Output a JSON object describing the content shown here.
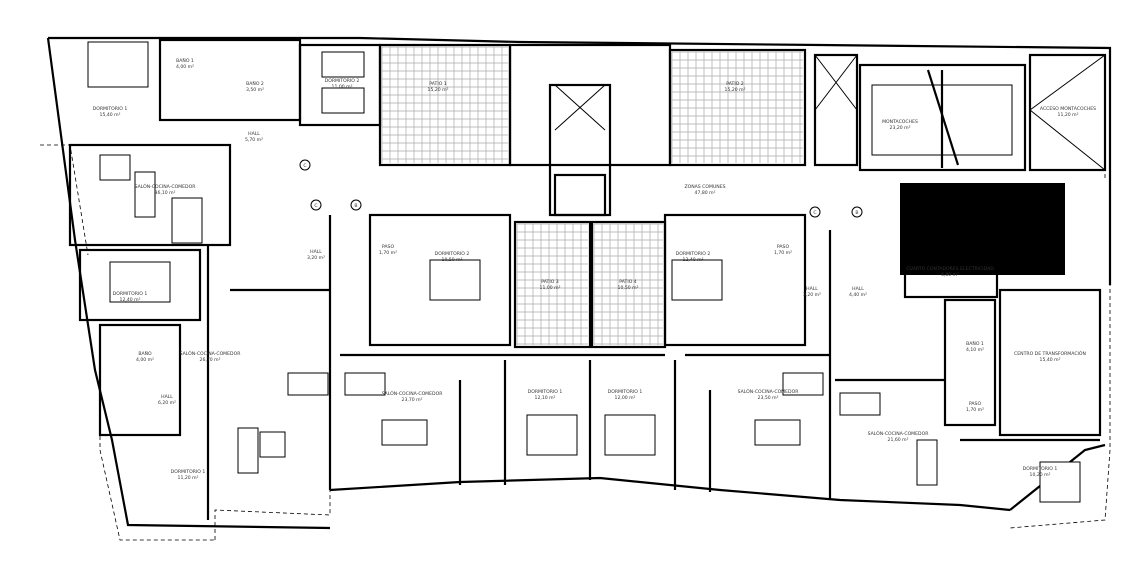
{
  "plan": {
    "rooms": [
      {
        "id": "dorm-a1",
        "name": "DORMITORIO 1",
        "area": "15,40 m²"
      },
      {
        "id": "bano-a1",
        "name": "BAÑO 1",
        "area": "4,00 m²"
      },
      {
        "id": "bano-a2",
        "name": "BAÑO 2",
        "area": "3,50 m²"
      },
      {
        "id": "dorm-a2",
        "name": "DORMITORIO 2",
        "area": "11,00 m²"
      },
      {
        "id": "hall-a",
        "name": "HALL",
        "area": "5,70 m²"
      },
      {
        "id": "salon-a",
        "name": "SALÓN-COCINA-COMEDOR",
        "area": "36,10 m²"
      },
      {
        "id": "patio-1",
        "name": "PATIO 1",
        "area": "15,20 m²"
      },
      {
        "id": "patio-2",
        "name": "PATIO 2",
        "area": "15,20 m²"
      },
      {
        "id": "zonas-comunes",
        "name": "ZONAS COMUNES",
        "area": "47,80 m²"
      },
      {
        "id": "montacoches",
        "name": "MONTACOCHES",
        "area": "23,20 m²"
      },
      {
        "id": "acceso-montacoches",
        "name": "ACCESO MONTACOCHES",
        "area": "11,20 m²"
      },
      {
        "id": "cuarto-contadores",
        "name": "CUARTO CONTADORES ELECTRICIDAD",
        "area": "4,80 m²"
      },
      {
        "id": "centro-transformacion",
        "name": "CENTRO DE TRANSFORMACIÓN",
        "area": "15,40 m²"
      },
      {
        "id": "dorm-b1",
        "name": "DORMITORIO 1",
        "area": "12,40 m²"
      },
      {
        "id": "bano-b",
        "name": "BAÑO",
        "area": "4,00 m²"
      },
      {
        "id": "hall-b",
        "name": "HALL",
        "area": "6,20 m²"
      },
      {
        "id": "salon-b",
        "name": "SALÓN-COCINA-COMEDOR",
        "area": "26,70 m²"
      },
      {
        "id": "dorm-b2",
        "name": "DORMITORIO 1",
        "area": "11,20 m²"
      },
      {
        "id": "hall-c",
        "name": "HALL",
        "area": "3,20 m²"
      },
      {
        "id": "hall-c2",
        "name": "PASO",
        "area": "1,70 m²"
      },
      {
        "id": "dorm-c",
        "name": "DORMITORIO 2",
        "area": "10,50 m²"
      },
      {
        "id": "patio-3",
        "name": "PATIO 3",
        "area": "11,00 m²"
      },
      {
        "id": "patio-4",
        "name": "PATIO 4",
        "area": "10,50 m²"
      },
      {
        "id": "salon-c",
        "name": "SALÓN-COCINA-COMEDOR",
        "area": "23,70 m²"
      },
      {
        "id": "dorm-c1",
        "name": "DORMITORIO 1",
        "area": "12,10 m²"
      },
      {
        "id": "dorm-d1",
        "name": "DORMITORIO 1",
        "area": "12,00 m²"
      },
      {
        "id": "salon-d",
        "name": "SALÓN-COCINA-COMEDOR",
        "area": "23,50 m²"
      },
      {
        "id": "dorm-d2",
        "name": "DORMITORIO 2",
        "area": "12,40 m²"
      },
      {
        "id": "paso-d",
        "name": "PASO",
        "area": "1,70 m²"
      },
      {
        "id": "hall-d",
        "name": "HALL",
        "area": "3,20 m²"
      },
      {
        "id": "hall-e",
        "name": "HALL",
        "area": "4,40 m²"
      },
      {
        "id": "bano-e",
        "name": "BAÑO 1",
        "area": "4,10 m²"
      },
      {
        "id": "salon-e",
        "name": "SALÓN-COCINA-COMEDOR",
        "area": "21,60 m²"
      },
      {
        "id": "paso-e",
        "name": "PASO",
        "area": "1,70 m²"
      },
      {
        "id": "dorm-e1",
        "name": "DORMITORIO 1",
        "area": "10,20 m²"
      }
    ],
    "door_markers": [
      "C",
      "C",
      "B",
      "C",
      "B"
    ]
  }
}
